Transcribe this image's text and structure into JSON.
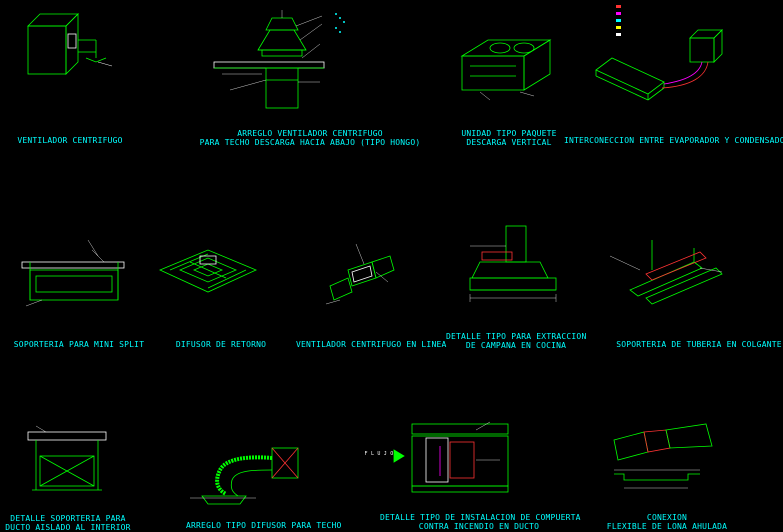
{
  "colors": {
    "background": "#000000",
    "drawing": "#00ff00",
    "caption": "#00ffff",
    "annotation": "#ffffff",
    "accent_red": "#ff3333",
    "accent_magenta": "#ff00ff",
    "accent_yellow": "#ffff00"
  },
  "details": [
    {
      "id": "d1",
      "title": [
        "VENTILADOR  CENTRIFUGO"
      ]
    },
    {
      "id": "d2",
      "title": [
        "ARREGLO  VENTILADOR  CENTRIFUGO",
        "PARA  TECHO  DESCARGA  HACIA  ABAJO  (TIPO  HONGO)"
      ]
    },
    {
      "id": "d3",
      "title": [
        "UNIDAD  TIPO  PAQUETE",
        "DESCARGA  VERTICAL"
      ]
    },
    {
      "id": "d4",
      "title": [
        "INTERCONECCION  ENTRE  EVAPORADOR  Y  CONDENSADORA"
      ]
    },
    {
      "id": "d5",
      "title": [
        "SOPORTERIA  PARA  MINI  SPLIT"
      ]
    },
    {
      "id": "d6",
      "title": [
        "DIFUSOR  DE  RETORNO"
      ]
    },
    {
      "id": "d7",
      "title": [
        "VENTILADOR  CENTRIFUGO  EN  LINEA"
      ]
    },
    {
      "id": "d8",
      "title": [
        "DETALLE  TIPO  PARA  EXTRACCION",
        "DE  CAMPANA  EN  COCINA"
      ]
    },
    {
      "id": "d9",
      "title": [
        "SOPORTERIA  DE  TUBERIA  EN  COLGANTE"
      ]
    },
    {
      "id": "d10",
      "title": [
        "DETALLE  SOPORTERIA  PARA",
        "DUCTO  AISLADO  AL  INTERIOR"
      ]
    },
    {
      "id": "d11",
      "title": [
        "ARREGLO  TIPO  DIFUSOR  PARA  TECHO"
      ]
    },
    {
      "id": "d12",
      "title": [
        "DETALLE  TIPO  DE  INSTALACION  DE  COMPUERTA",
        "CONTRA  INCENDIO  EN  DUCTO"
      ]
    },
    {
      "id": "d13",
      "title": [
        "CONEXION",
        "FLEXIBLE  DE  LONA  AHULADA"
      ]
    }
  ],
  "labels": {
    "flujo": "F L U J O"
  }
}
